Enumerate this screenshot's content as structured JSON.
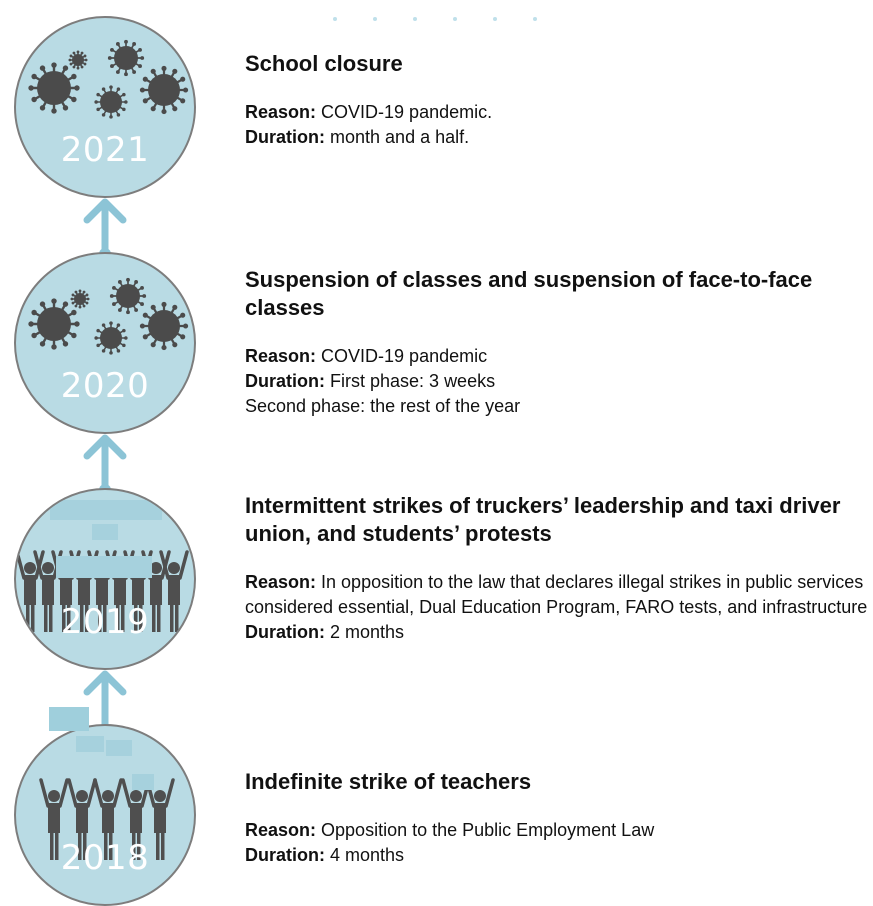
{
  "accent_color": "#b9dbe4",
  "connector_color": "#8cc4d6",
  "events": [
    {
      "year": "2021",
      "icon": "virus-icon",
      "title": "School closure",
      "reason_label": "Reason:",
      "reason": "COVID-19 pandemic.",
      "duration_label": "Duration:",
      "duration": "month and a half."
    },
    {
      "year": "2020",
      "icon": "virus-icon",
      "title": "Suspension of classes and suspension of face-to-face classes",
      "reason_label": "Reason:",
      "reason": "COVID-19 pandemic",
      "duration_label": "Duration:",
      "duration": "First phase: 3 weeks",
      "duration_extra": "Second phase: the rest of the year"
    },
    {
      "year": "2019",
      "icon": "protest-crowd-icon",
      "title": "Intermittent strikes of truckers’ leadership and taxi driver union, and students’ protests",
      "reason_label": "Reason:",
      "reason": "In opposition to the law that declares illegal strikes in public services considered essential, Dual Education Program, FARO tests, and infrastructure",
      "duration_label": "Duration:",
      "duration": "2 months"
    },
    {
      "year": "2018",
      "icon": "protest-crowd-icon",
      "title": "Indefinite strike of teachers",
      "reason_label": "Reason:",
      "reason": "Opposition to the Public Employment Law",
      "duration_label": "Duration:",
      "duration": "4 months"
    }
  ]
}
